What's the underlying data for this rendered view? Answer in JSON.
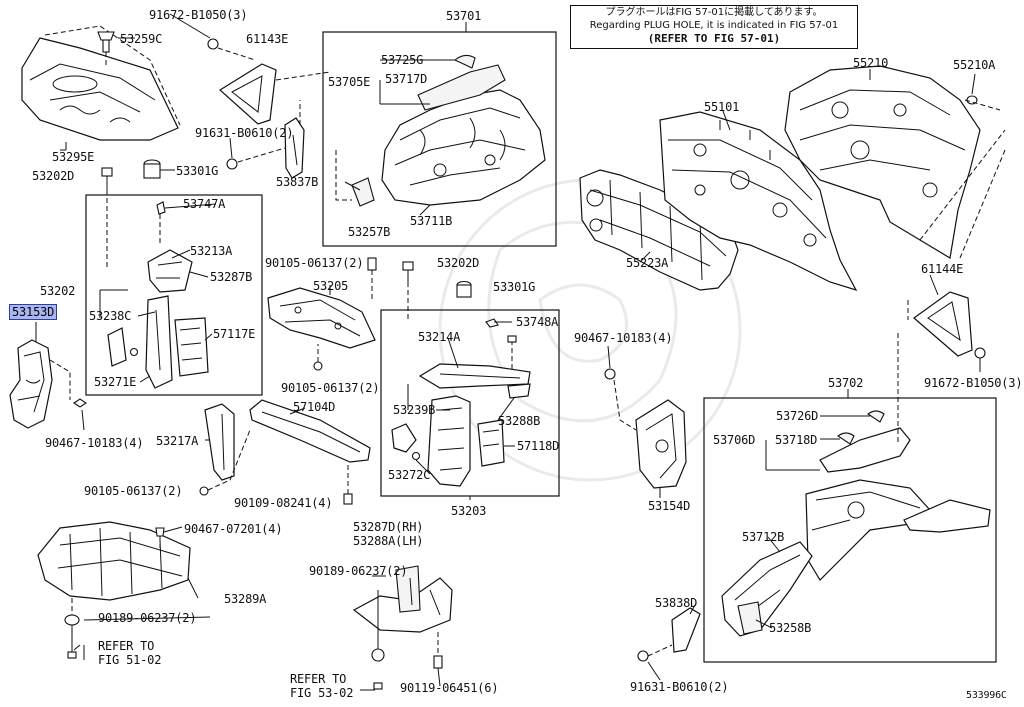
{
  "notice": {
    "line1": "プラグホールはFIG 57-01に掲載してあります。",
    "line2": "Regarding PLUG HOLE, it is indicated in FIG 57-01",
    "line3": "(REFER TO FIG 57-01)"
  },
  "diagram_id": "533996C",
  "highlighted_part": "53153D",
  "parts": {
    "p53259C": "53259C",
    "p91672_b": "91672-B1050(3)",
    "p61143E": "61143E",
    "p53701": "53701",
    "p53295E": "53295E",
    "p91631_top": "91631-B0610(2)",
    "p53725G": "53725G",
    "p53705E": "53705E",
    "p53717D": "53717D",
    "p53202D_left": "53202D",
    "p53301G_top": "53301G",
    "p53837B": "53837B",
    "p53747A": "53747A",
    "p53213A": "53213A",
    "p53287B": "53287B",
    "p53202": "53202",
    "p53153D": "53153D",
    "p53238C": "53238C",
    "p57117E": "57117E",
    "p53271E": "53271E",
    "p90467_left": "90467-10183(4)",
    "p53711B": "53711B",
    "p53257B": "53257B",
    "p90105_a": "90105-06137(2)",
    "p53202D_mid": "53202D",
    "p53205": "53205",
    "p53301G_mid": "53301G",
    "p53214A": "53214A",
    "p53748A": "53748A",
    "p90105_b": "90105-06137(2)",
    "p53217A": "53217A",
    "p57104D": "57104D",
    "p53239B": "53239B",
    "p53288B": "53288B",
    "p57118D": "57118D",
    "p53272C": "53272C",
    "p53203": "53203",
    "p90105_c": "90105-06137(2)",
    "p90109": "90109-08241(4)",
    "p90467_07201": "90467-07201(4)",
    "p53287D": "53287D(RH)",
    "p53288A": "53288A(LH)",
    "p53289A": "53289A",
    "p90189_a": "90189-06237(2)",
    "p90189_b": "90189-06237(2)",
    "refer_5102_a": "REFER TO",
    "refer_5102_b": "FIG 51-02",
    "refer_5302_a": "REFER TO",
    "refer_5302_b": "FIG 53-02",
    "p90119": "90119-06451(6)",
    "p55101": "55101",
    "p55210": "55210",
    "p55210A": "55210A",
    "p55223A": "55223A",
    "p61144E": "61144E",
    "p90467_right": "90467-10183(4)",
    "p91672_r": "91672-B1050(3)",
    "p53702": "53702",
    "p53726D": "53726D",
    "p53706D": "53706D",
    "p53718D": "53718D",
    "p53154D": "53154D",
    "p53712B": "53712B",
    "p53838D": "53838D",
    "p53258B": "53258B",
    "p91631_bot": "91631-B0610(2)"
  }
}
